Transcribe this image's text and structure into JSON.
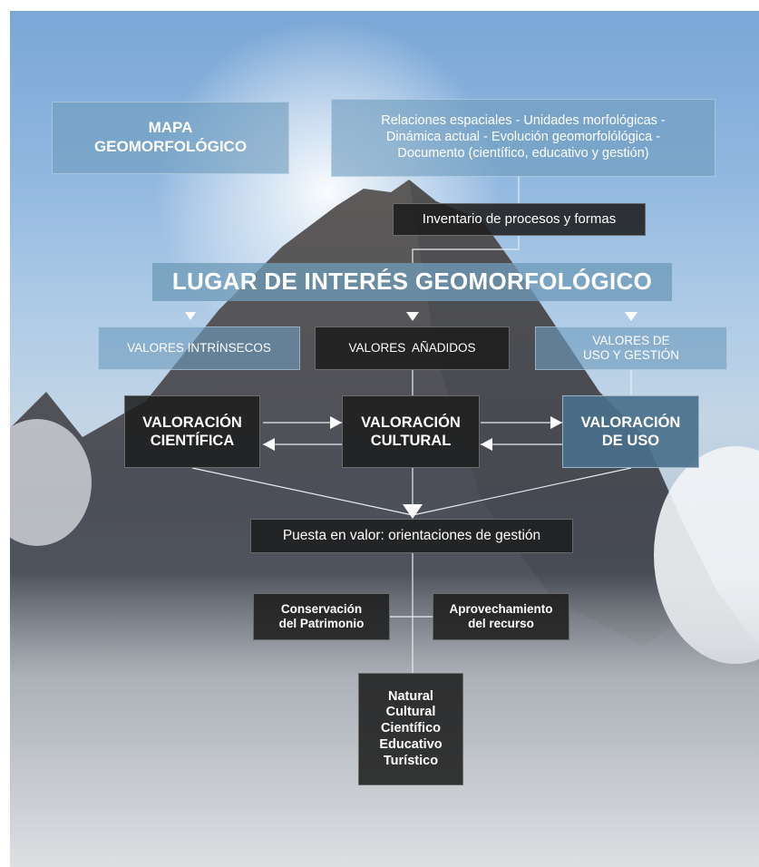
{
  "diagram": {
    "mapa_geomorfologico": [
      "MAPA",
      "GEOMORFOLÓGICO"
    ],
    "relaciones": [
      "Relaciones espaciales - Unidades morfológicas -",
      "Dinámica actual - Evolución geomorfolólógica -",
      "Documento (científico, educativo y gestión)"
    ],
    "inventario": "Inventario de procesos y formas",
    "lugar": "LUGAR DE INTERÉS GEOMORFOLÓGICO",
    "valores_intrinsecos": "VALORES INTRÍNSECOS",
    "valores_anadidos": "VALORES  AÑADIDOS",
    "valores_uso_gestion": [
      "VALORES DE",
      "USO Y GESTIÓN"
    ],
    "valoracion_cientifica": [
      "VALORACIÓN",
      "CIENTÍFICA"
    ],
    "valoracion_cultural": [
      "VALORACIÓN",
      "CULTURAL"
    ],
    "valoracion_uso": [
      "VALORACIÓN",
      "DE USO"
    ],
    "puesta_en_valor": "Puesta en valor: orientaciones de gestión",
    "conservacion": [
      "Conservación",
      "del Patrimonio"
    ],
    "aprovechamiento": [
      "Aprovechamiento",
      "del recurso"
    ],
    "usos": [
      "Natural",
      "Cultural",
      "Científico",
      "Educativo",
      "Turístico"
    ]
  },
  "colors": {
    "sky": "#8fb6df",
    "light_box": "#709cbe",
    "dark_box": "#1e1e1e",
    "steel_box": "#4a708c",
    "text": "#ffffff"
  }
}
